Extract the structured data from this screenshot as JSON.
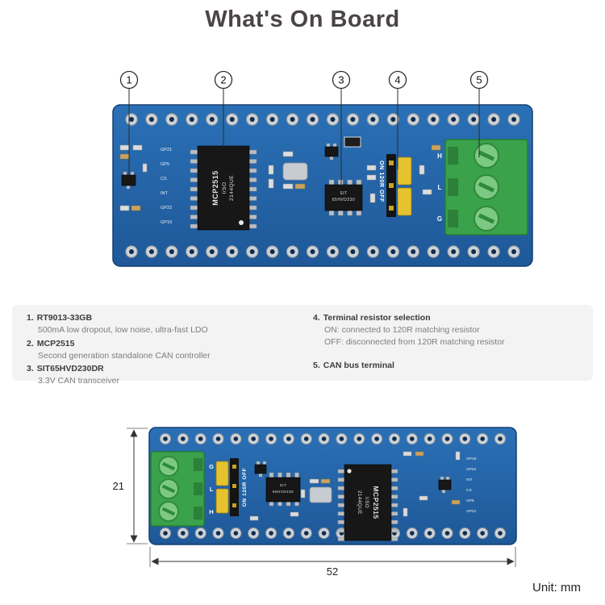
{
  "title": "What's On Board",
  "callouts": [
    "1",
    "2",
    "3",
    "4",
    "5"
  ],
  "board": {
    "mcp2515_marking": {
      "line1": "MCP2515",
      "line2": "I/SO",
      "line3": "2144QUE"
    },
    "transceiver_marking": {
      "line1": "SIT",
      "line2": "65HVD230"
    },
    "jumper_label": "ON 120R OFF",
    "terminal_labels": {
      "h": "H",
      "l": "L",
      "g": "G"
    },
    "silkscreen_gpio": [
      "GP21",
      "GP5",
      "CS",
      "INT",
      "GP22",
      "GP19"
    ]
  },
  "legend": {
    "items_left": [
      {
        "num": "1.",
        "name": "RT9013-33GB",
        "desc1": "500mA low dropout, low noise, ultra-fast LDO"
      },
      {
        "num": "2.",
        "name": "MCP2515",
        "desc1": "Second generation standalone CAN controller"
      },
      {
        "num": "3.",
        "name": "SIT65HVD230DR",
        "desc1": "3.3V CAN transceiver"
      }
    ],
    "items_right": [
      {
        "num": "4.",
        "name": "Terminal resistor selection",
        "desc1": "ON: connected to 120R matching resistor",
        "desc2": "OFF: disconnected from 120R matching resistor"
      },
      {
        "num": "5.",
        "name": "CAN bus terminal"
      }
    ]
  },
  "dimensions": {
    "board_height_mm": "21",
    "board_width_mm": "52",
    "unit_label": "Unit: mm"
  },
  "colors": {
    "pcb_blue": "#2465ab",
    "terminal_green": "#3aa24a",
    "jumper_yellow": "#e6c32e",
    "hole_ring": "#cdd2d7",
    "title_text": "#4a4449",
    "legend_bg": "#f3f3f4"
  }
}
